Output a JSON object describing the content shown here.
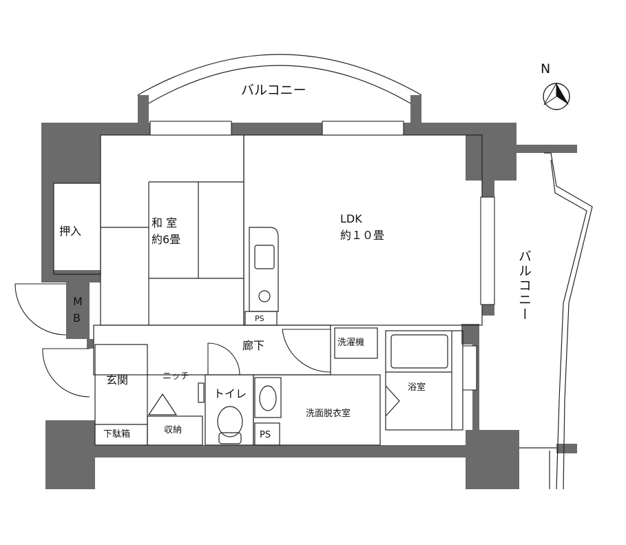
{
  "compass": {
    "label": "N"
  },
  "balconies": {
    "north": "バルコニー",
    "east": "バルコニー"
  },
  "rooms": {
    "washitsu": {
      "name": "和 室",
      "size": "約6畳"
    },
    "ldk": {
      "name": "LDK",
      "size": "約１０畳"
    },
    "oshiire": "押入",
    "mb_m": "M",
    "mb_b": "B",
    "rouka": "廊下",
    "sentakuki": "洗濯機",
    "genkan": "玄関",
    "niche": "ニッチ",
    "toilet": "トイレ",
    "yokushitsu": "浴室",
    "senmen": "洗面脱衣室",
    "getabako": "下駄箱",
    "shuno": "収納",
    "ps_kitchen": "PS",
    "ps_bath": "PS"
  },
  "colors": {
    "wall": "#6b6b6b",
    "line": "#222222",
    "background": "#ffffff"
  }
}
